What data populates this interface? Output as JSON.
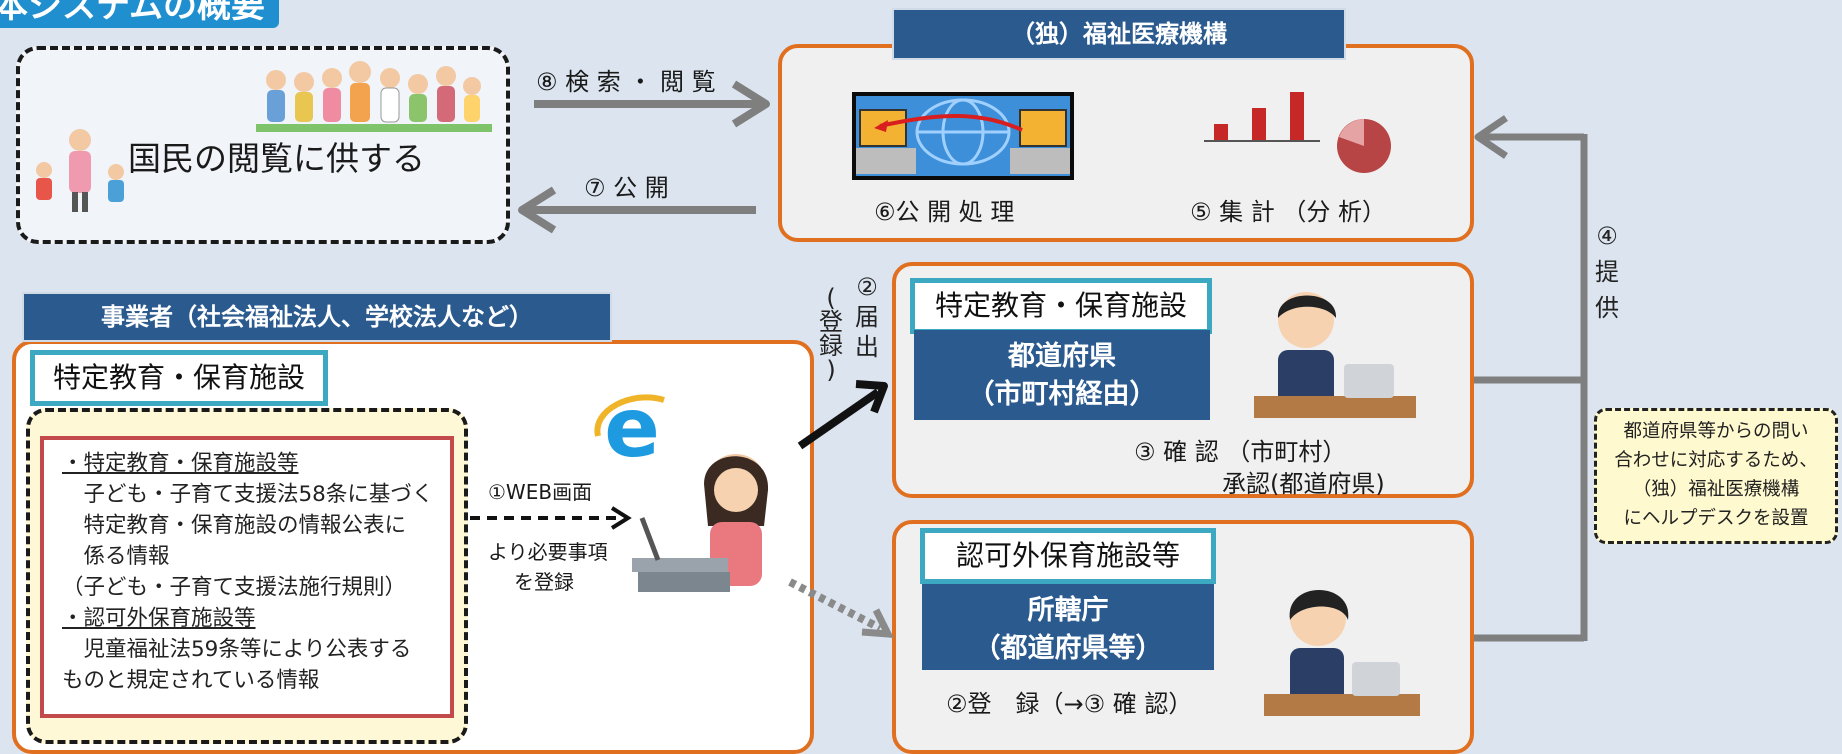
{
  "header": {
    "title": "本システムの概要"
  },
  "public_box": {
    "label": "国民の閲覧に供する"
  },
  "arrows": {
    "search": "⑧ 検 索 ・ 閲 覧",
    "publish": "⑦ 公 開",
    "web_line1": "①WEB画面",
    "web_line2": "より必要事項",
    "web_line3": "を登録",
    "notify_chars": [
      "②",
      "届",
      "出"
    ],
    "register_chars": [
      "(",
      "登",
      "録",
      ")"
    ],
    "provide_chars": [
      "④",
      "提",
      "供"
    ]
  },
  "wam": {
    "title": "（独）福祉医療機構",
    "publish_process": "⑥公 開 処 理",
    "aggregate": "⑤ 集 計 （分 析）"
  },
  "operator": {
    "title": "事業者（社会福祉法人、学校法人など）",
    "facility_tag": "特定教育・保育施設",
    "info_lines": [
      {
        "text": "・特定教育・保育施設等",
        "underline": true
      },
      {
        "text": "　子ども・子育て支援法58条に基づく",
        "underline": false
      },
      {
        "text": "　特定教育・保育施設の情報公表に",
        "underline": false
      },
      {
        "text": "　係る情報",
        "underline": false
      },
      {
        "text": "（子ども・子育て支援法施行規則）",
        "underline": false
      },
      {
        "text": "・認可外保育施設等",
        "underline": true
      },
      {
        "text": "　児童福祉法59条等により公表する",
        "underline": false
      },
      {
        "text": "ものと規定されている情報",
        "underline": false
      }
    ]
  },
  "prefecture": {
    "facility_tag": "特定教育・保育施設",
    "authority_line1": "都道府県",
    "authority_line2": "（市町村経由）",
    "confirm_line1": "③ 確 認 （市町村）",
    "confirm_line2": "承認(都道府県)"
  },
  "unlicensed": {
    "facility_tag": "認可外保育施設等",
    "authority_line1": "所轄庁",
    "authority_line2": "（都道府県等）",
    "register": "②登　録（→③ 確 認）"
  },
  "helpdesk_note": {
    "lines": [
      "都道府県等からの問い",
      "合わせに対応するため、",
      "（独）福祉医療機構",
      "にヘルプデスクを設置"
    ]
  },
  "colors": {
    "navy": "#2b5a8f",
    "orange_border": "#e07020",
    "teal_border": "#3ca8c2",
    "arrow_gray": "#7f7f7f",
    "background": "#dbe4ef"
  }
}
